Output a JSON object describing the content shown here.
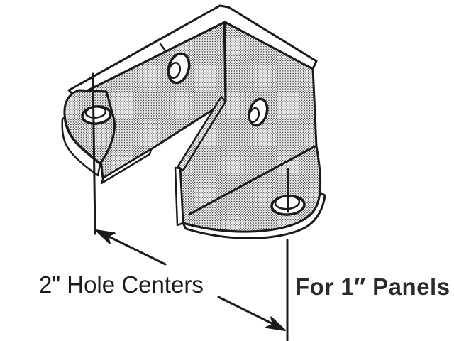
{
  "figure": {
    "type": "technical-illustration",
    "subject": "partition corner bracket",
    "colors": {
      "ink": "#1a1a1a",
      "paper": "#ffffff",
      "halftone_dot": "#2a2a2a"
    },
    "annotations": {
      "hole_centers_label": "2\" Hole Centers",
      "panels_label": "For 1″ Panels"
    }
  }
}
